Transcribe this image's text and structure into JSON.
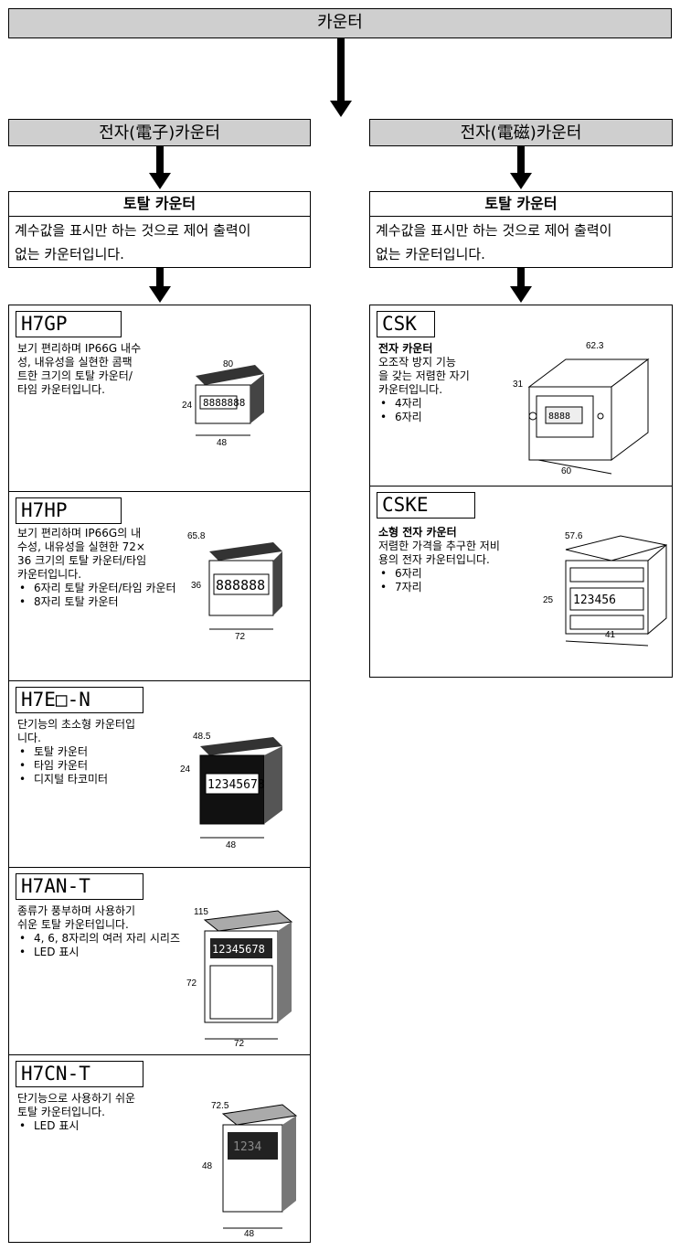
{
  "top_header": "카운터",
  "left": {
    "category": "전자(電子)카운터",
    "box_title": "토탈 카운터",
    "box_desc_line1": "계수값을 표시만 하는 것으로 제어 출력이",
    "box_desc_line2": "없는 카운터입니다.",
    "products": [
      {
        "model": "H7GP",
        "lines": [
          "보기 편리하며 IP66G 내수",
          "성, 내유성을 실현한 콤팩",
          "트한 크기의 토탈 카운터/",
          "타임 카운터입니다."
        ],
        "bullets": [],
        "dims": {
          "w": "80",
          "h": "24",
          "b": "48"
        }
      },
      {
        "model": "H7HP",
        "lines": [
          "보기 편리하며 IP66G의 내",
          "수성, 내유성을 실현한 72×",
          "36 크기의 토탈 카운터/타임",
          "카운터입니다."
        ],
        "bullets": [
          "6자리 토탈 카운터/타임 카운터",
          "8자리 토탈 카운터"
        ],
        "dims": {
          "w": "65.8",
          "h": "36",
          "b": "72"
        }
      },
      {
        "model": "H7E□-N",
        "lines": [
          "단기능의 초소형 카운터입",
          "니다."
        ],
        "bullets": [
          "토탈 카운터",
          "타임 카운터",
          "디지털 타코미터"
        ],
        "dims": {
          "w": "48.5",
          "h": "24",
          "b": "48"
        }
      },
      {
        "model": "H7AN-T",
        "lines": [
          "종류가 풍부하며 사용하기",
          "쉬운 토탈 카운터입니다."
        ],
        "bullets": [
          "4, 6, 8자리의 여러 자리 시리즈",
          "LED 표시"
        ],
        "dims": {
          "w": "115",
          "h": "72",
          "b": "72"
        }
      },
      {
        "model": "H7CN-T",
        "lines": [
          "단기능으로 사용하기 쉬운",
          "토탈 카운터입니다."
        ],
        "bullets": [
          "LED 표시"
        ],
        "dims": {
          "w": "72.5",
          "h": "48",
          "b": "48"
        }
      }
    ]
  },
  "right": {
    "category": "전자(電磁)카운터",
    "box_title": "토탈 카운터",
    "box_desc_line1": "계수값을 표시만 하는 것으로 제어 출력이",
    "box_desc_line2": "없는 카운터입니다.",
    "products": [
      {
        "model": "CSK",
        "subtitle": "전자 카운터",
        "lines": [
          "오조작 방지 기능",
          "을 갖는 저렴한 자기",
          "카운터입니다."
        ],
        "bullets": [
          "4자리",
          "6자리"
        ],
        "dims": {
          "w": "62.3",
          "h": "31",
          "b": "60"
        }
      },
      {
        "model": "CSKE",
        "subtitle": "소형 전자 카운터",
        "lines": [
          "저렴한 가격을 추구한 저비",
          "용의 전자 카운터입니다."
        ],
        "bullets": [
          "6자리",
          "7자리"
        ],
        "dims": {
          "w": "57.6",
          "h": "25",
          "b": "41"
        }
      }
    ]
  }
}
